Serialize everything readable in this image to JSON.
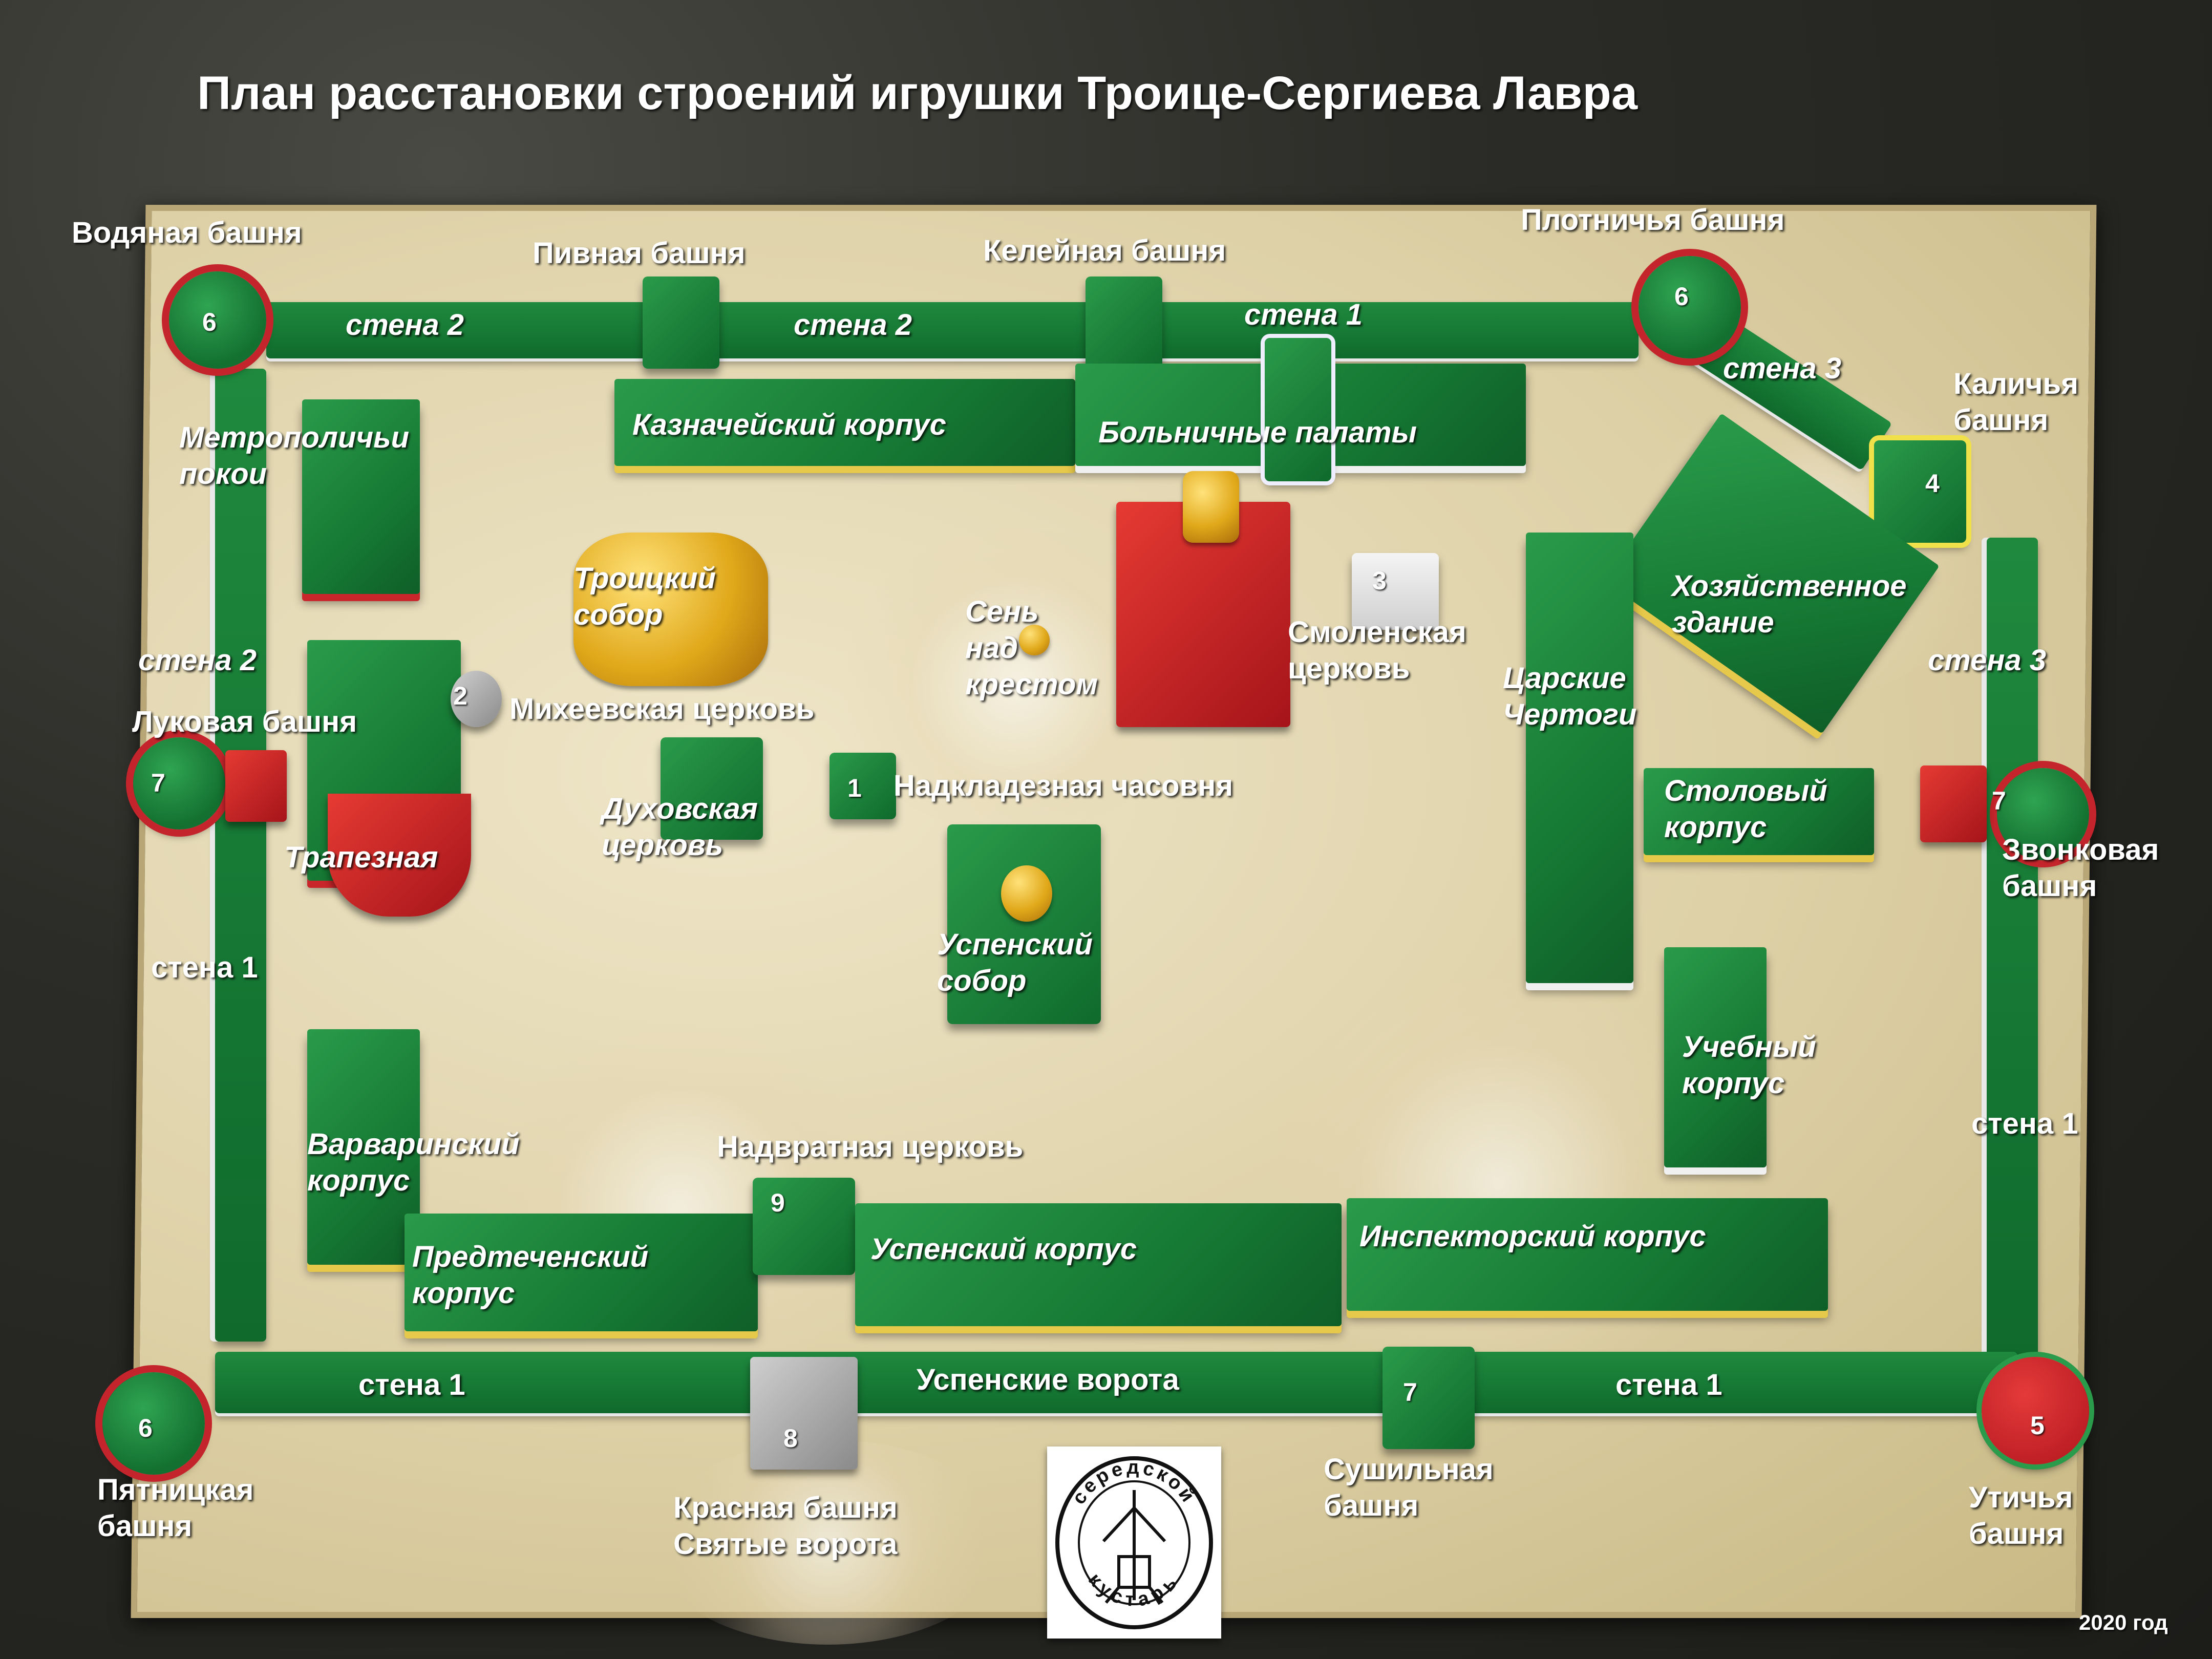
{
  "title": "План расстановки строений игрушки Троице-Сергиева Лавра",
  "year": "2020 год",
  "logo": {
    "text_top": "середской",
    "text_bottom": "кустарь"
  },
  "towers": {
    "vodyanaya": "Водяная башня",
    "pivnaya": "Пивная башня",
    "keleinaya": "Келейная башня",
    "plotnichya": "Плотничья башня",
    "kalichya": "Каличья\nбашня",
    "lukovaya": "Луковая башня",
    "zvonkovaya": "Звонковая\nбашня",
    "pyatnitskaya": "Пятницкая\nбашня",
    "krasnaya": "Красная башня\nСвятые ворота",
    "sushilnaya": "Сушильная\nбашня",
    "utichya": "Утичья\nбашня"
  },
  "walls": {
    "top_left": "стена 2",
    "top_mid": "стена 2",
    "top_right": "стена 1",
    "right_upper": "стена 3",
    "right_mid": "стена 3",
    "left_upper": "стена 2",
    "left_lower": "стена 1",
    "right_lower": "стена 1",
    "bottom_left": "стена 1",
    "bottom_right": "стена 1",
    "gate": "Успенские ворота"
  },
  "buildings": {
    "kaznacheisky": "Казначейский корпус",
    "bolnichnye": "Больничные палаты",
    "metropolichi": "Метрополичьи\nпокои",
    "troitsky": "Троицкий\nсобор",
    "sen": "Сень\nнад\nкрестом",
    "smolenskaya": "Смоленская\nцерковь",
    "mikheevskaya": "Михеевская церковь",
    "khozyaistvennoe": "Хозяйственное\nздание",
    "tsarskie": "Царские\nЧертоги",
    "dukhovskaya": "Духовская\nцерковь",
    "nadkladeznaya": "Надкладезная часовня",
    "trapeznaya": "Трапезная",
    "stolovy": "Столовый\nкорпус",
    "uspensky_sobor": "Успенский\nсобор",
    "uchebny": "Учебный\nкорпус",
    "varvarinsky": "Варваринский\nкорпус",
    "nadvratnaya": "Надвратная церковь",
    "predtechensky": "Предтеченский\nкорпус",
    "uspensky_korpus": "Успенский корпус",
    "inspektorsky": "Инспекторский корпус"
  },
  "numbers": {
    "vodyanaya": "6",
    "plotnichya": "6",
    "kalichya": "4",
    "smolenskaya": "3",
    "mikheevskaya": "2",
    "lukovaya": "7",
    "nadkladeznaya": "1",
    "zvonkovaya": "7",
    "nadvratnaya": "9",
    "pyatnitskaya": "6",
    "krasnaya": "8",
    "sushilnaya": "7",
    "utichya": "5"
  }
}
